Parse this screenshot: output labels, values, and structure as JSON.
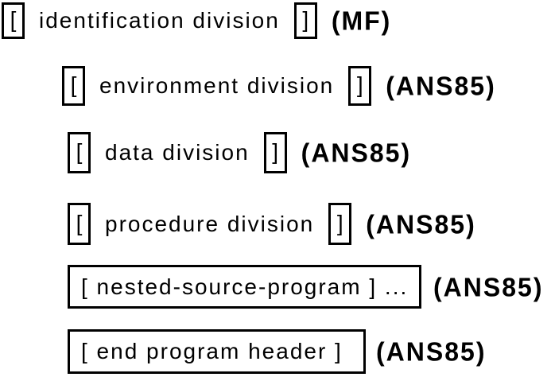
{
  "diagram": {
    "colors": {
      "ink": "#000000",
      "background": "#ffffff"
    },
    "rows": [
      {
        "open_bracket": "[",
        "text": "identification division",
        "close_bracket": "]",
        "dialect": "(MF)"
      },
      {
        "open_bracket": "[",
        "text": "environment division",
        "close_bracket": "]",
        "dialect": "(ANS85)"
      },
      {
        "open_bracket": "[",
        "text": "data division",
        "close_bracket": "]",
        "dialect": "(ANS85)"
      },
      {
        "open_bracket": "[",
        "text": "procedure division",
        "close_bracket": "]",
        "dialect": "(ANS85)"
      },
      {
        "box_text": "[ nested-source-program ] ...",
        "dialect": "(ANS85)"
      },
      {
        "box_text": "[ end program header ]",
        "dialect": "(ANS85)"
      }
    ]
  }
}
